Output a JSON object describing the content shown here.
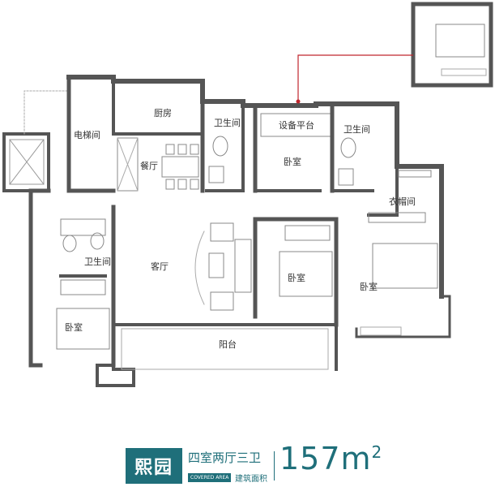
{
  "rooms": {
    "elevator": "电梯间",
    "kitchen": "厨房",
    "dining": "餐厅",
    "bath_top_left": "卫生间",
    "equipment": "设备平台",
    "bedroom_top": "卧室",
    "bath_top_right": "卫生间",
    "wardrobe": "衣帽间",
    "bath_left": "卫生间",
    "living": "客厅",
    "bedroom_mid": "卧室",
    "bedroom_right": "卧室",
    "bedroom_left": "卧室",
    "balcony": "阳台"
  },
  "legend": {
    "brand": "熙园",
    "layout": "四室两厅三卫",
    "covered_en": "COVERED AREA",
    "covered_cn": "建筑面积",
    "area_value": "157m",
    "area_sup": "2"
  },
  "colors": {
    "wall": "#555555",
    "accent": "#1f6f7a",
    "pointer": "#c0262d"
  }
}
